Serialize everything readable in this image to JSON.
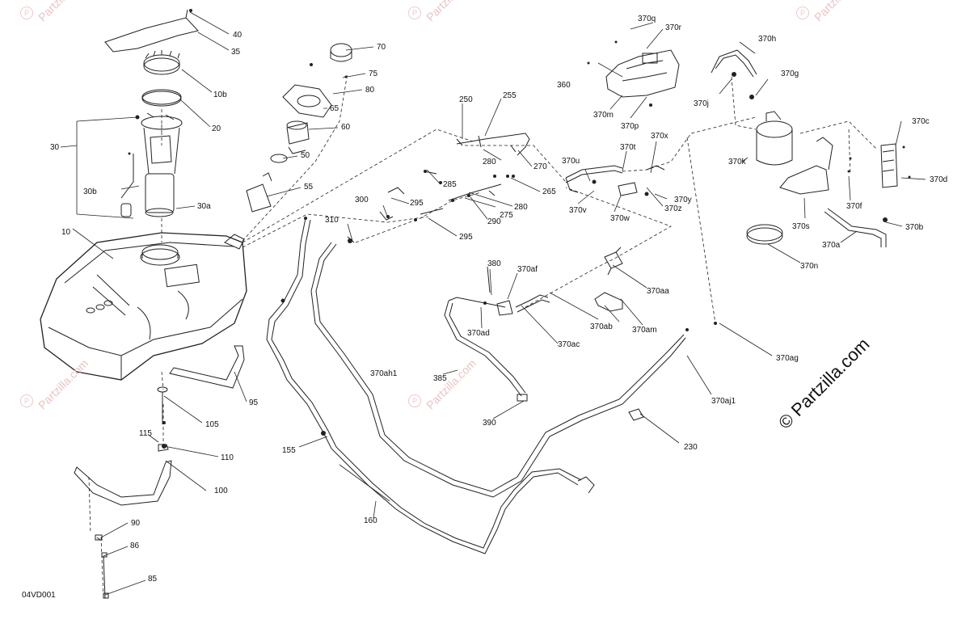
{
  "diagram": {
    "code": "04VD001",
    "brand": "© Partzilla.com",
    "watermark": "Partzilla.com",
    "labels": {
      "l40": "40",
      "l35": "35",
      "l10b": "10b",
      "l20": "20",
      "l30": "30",
      "l30b": "30b",
      "l30a": "30a",
      "l10": "10",
      "l70": "70",
      "l75": "75",
      "l80": "80",
      "l65": "65",
      "l60": "60",
      "l50": "50",
      "l55": "55",
      "l95": "95",
      "l105": "105",
      "l115": "115",
      "l110": "110",
      "l100": "100",
      "l90": "90",
      "l86": "86",
      "l85": "85",
      "l250": "250",
      "l255": "255",
      "l280a": "280",
      "l270": "270",
      "l285": "285",
      "l265": "265",
      "l300": "300",
      "l295a": "295",
      "l280b": "280",
      "l275": "275",
      "l290": "290",
      "l310": "310",
      "l295b": "295",
      "l380": "380",
      "l370af": "370af",
      "l370ad": "370ad",
      "l370ac": "370ac",
      "l385": "385",
      "l390": "390",
      "l370ah1": "370ah1",
      "l155": "155",
      "l160": "160",
      "l370q": "370q",
      "l370r": "370r",
      "l360": "360",
      "l370m": "370m",
      "l370p": "370p",
      "l370u": "370u",
      "l370t": "370t",
      "l370x": "370x",
      "l370v": "370v",
      "l370w": "370w",
      "l370y": "370y",
      "l370z": "370z",
      "l370aa": "370aa",
      "l370ab": "370ab",
      "l370am": "370am",
      "l370aj1": "370aj1",
      "l230": "230",
      "l370h": "370h",
      "l370g": "370g",
      "l370j": "370j",
      "l370k": "370k",
      "l370c": "370c",
      "l370d": "370d",
      "l370f": "370f",
      "l370s": "370s",
      "l370b": "370b",
      "l370a": "370a",
      "l370n": "370n",
      "l370ag": "370ag"
    }
  }
}
